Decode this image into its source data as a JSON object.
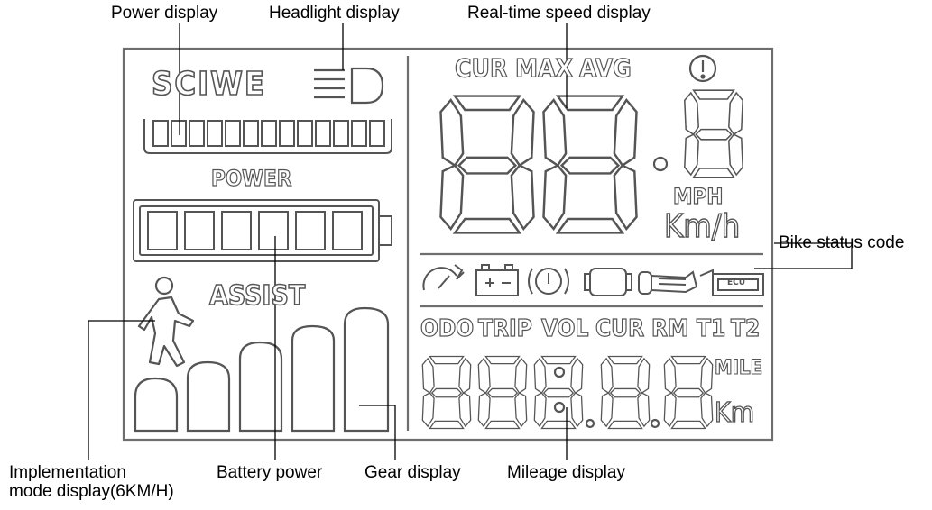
{
  "callouts": {
    "power": "Power display",
    "headlight": "Headlight display",
    "speed": "Real-time speed display",
    "status": "Bike status code",
    "walk_line1": "Implementation",
    "walk_line2": "mode display(6KM/H)",
    "battery": "Battery power",
    "gear": "Gear display",
    "mileage": "Mileage display"
  },
  "lcd": {
    "brand": "SCIWE",
    "power": "POWER",
    "assist": "ASSIST",
    "speed_modes": [
      "CUR",
      "MAX",
      "AVG"
    ],
    "speed_units": [
      "MPH",
      "Km/h"
    ],
    "odo_modes": [
      "ODO",
      "TRIP",
      "VOL",
      "CUR",
      "RM",
      "T1",
      "T2"
    ],
    "distance_units": [
      "MILE",
      "Km"
    ],
    "status_box_text": "ECU"
  },
  "colors": {
    "segment_fill": "#ffffff",
    "segment_stroke": "#555555",
    "frame": "#6e6e6e",
    "callout_line": "#000000"
  }
}
